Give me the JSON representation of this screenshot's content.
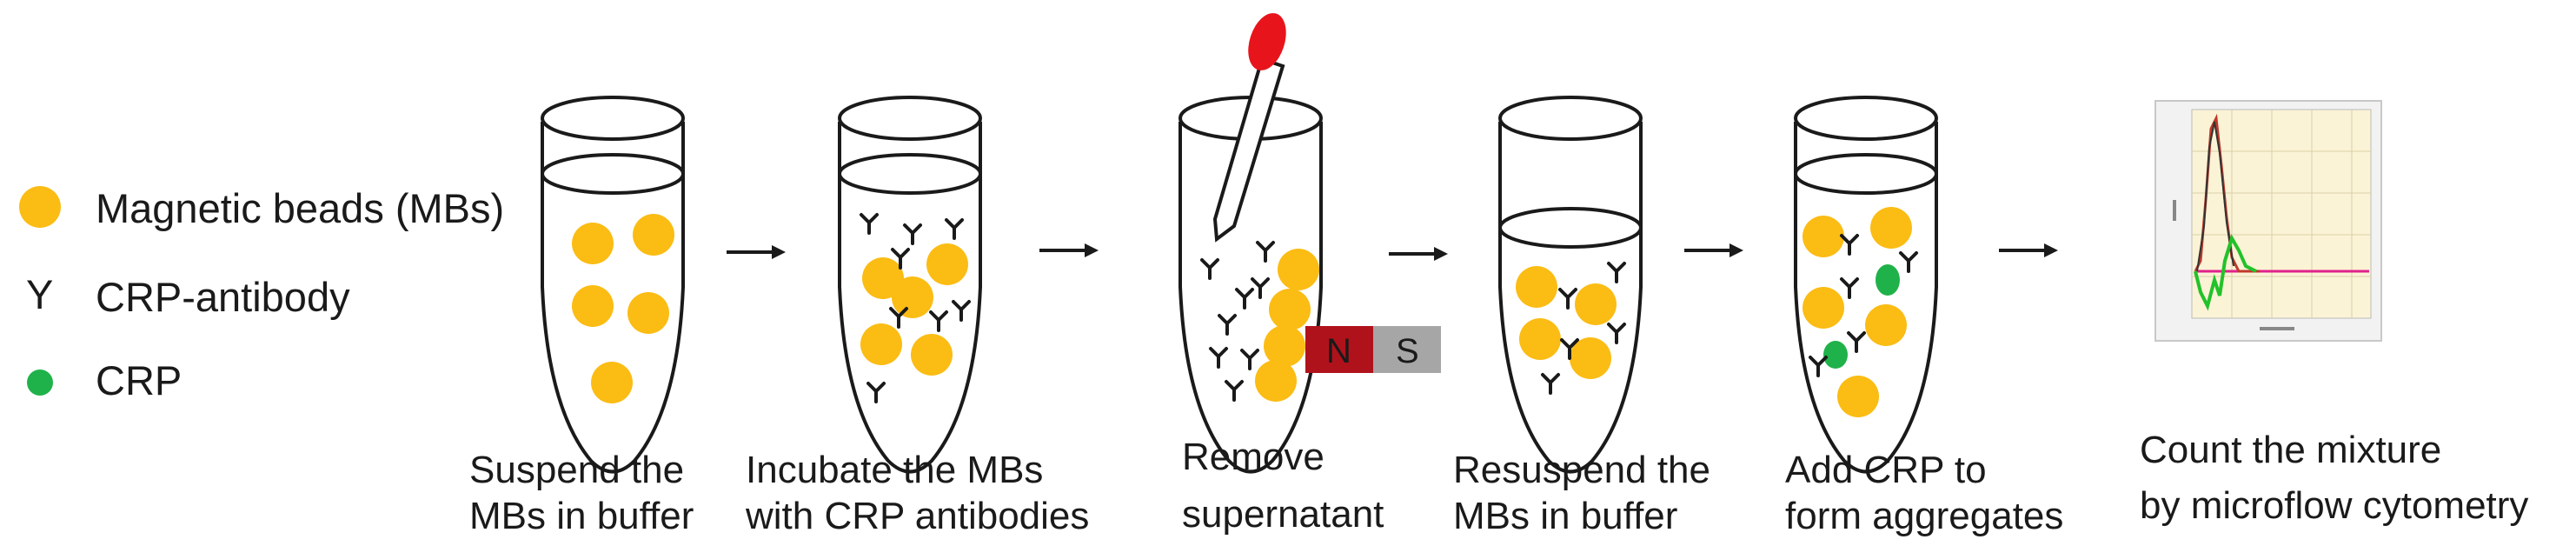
{
  "legend": {
    "beads_label": "Magnetic beads (MBs)",
    "antibody_symbol": "Y",
    "antibody_label": "CRP-antibody",
    "crp_label": "CRP"
  },
  "steps": [
    {
      "line1": "Suspend the",
      "line2": "MBs in buffer"
    },
    {
      "line1": "Incubate the MBs",
      "line2": "with CRP antibodies"
    },
    {
      "line1": "Remove",
      "line2": "supernatant"
    },
    {
      "line1": "Resuspend the",
      "line2": "MBs in buffer"
    },
    {
      "line1": "Add CRP to",
      "line2": "form aggregates"
    },
    {
      "line1": "Count the mixture",
      "line2": "by microflow cytometry"
    }
  ],
  "magnet": {
    "north": "N",
    "south": "S"
  },
  "colors": {
    "bead": "#fbbc14",
    "crp": "#1fb24a",
    "magnet_north": "#b0121b",
    "magnet_south": "#a6a6a6",
    "pipette_tip": "#e8141c",
    "plot_bg": "#fbf3d6",
    "trace_red": "#c0392b",
    "trace_green": "#22c22a",
    "trace_pink": "#e0218a"
  }
}
